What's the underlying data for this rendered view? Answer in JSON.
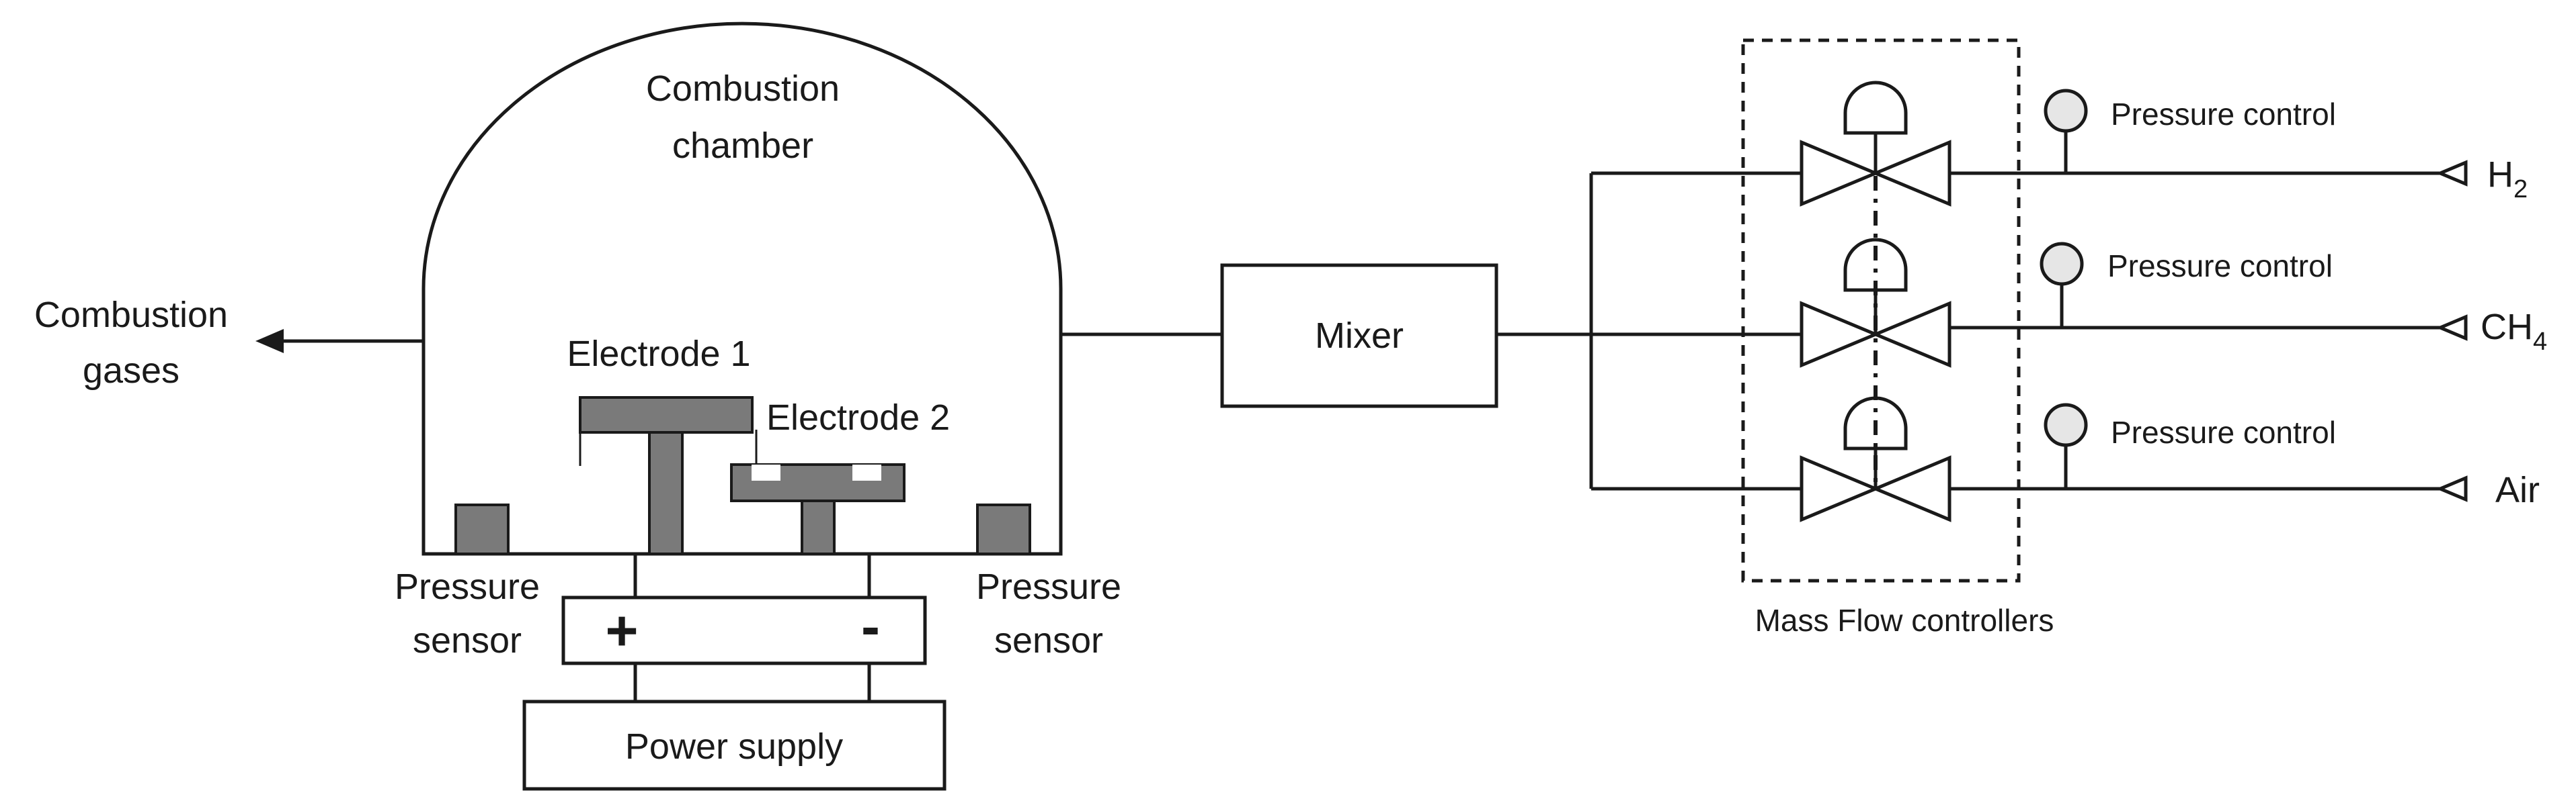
{
  "diagram": {
    "chamber": {
      "label_line1": "Combustion",
      "label_line2": "chamber"
    },
    "exhaust": {
      "label_line1": "Combustion",
      "label_line2": "gases"
    },
    "electrode1": {
      "label": "Electrode 1"
    },
    "electrode2": {
      "label": "Electrode 2"
    },
    "pressure_sensor_left": {
      "line1": "Pressure",
      "line2": "sensor"
    },
    "pressure_sensor_right": {
      "line1": "Pressure",
      "line2": "sensor"
    },
    "polarity": {
      "plus": "+",
      "minus": "-"
    },
    "power_supply": {
      "label": "Power supply"
    },
    "mixer": {
      "label": "Mixer"
    },
    "mfc_group": {
      "label": "Mass Flow controllers"
    },
    "pressure_controls": [
      "Pressure control",
      "Pressure control",
      "Pressure control"
    ],
    "gases": [
      {
        "base": "H",
        "sub": "2"
      },
      {
        "base": "CH",
        "sub": "4"
      },
      {
        "base": "Air",
        "sub": ""
      }
    ]
  }
}
